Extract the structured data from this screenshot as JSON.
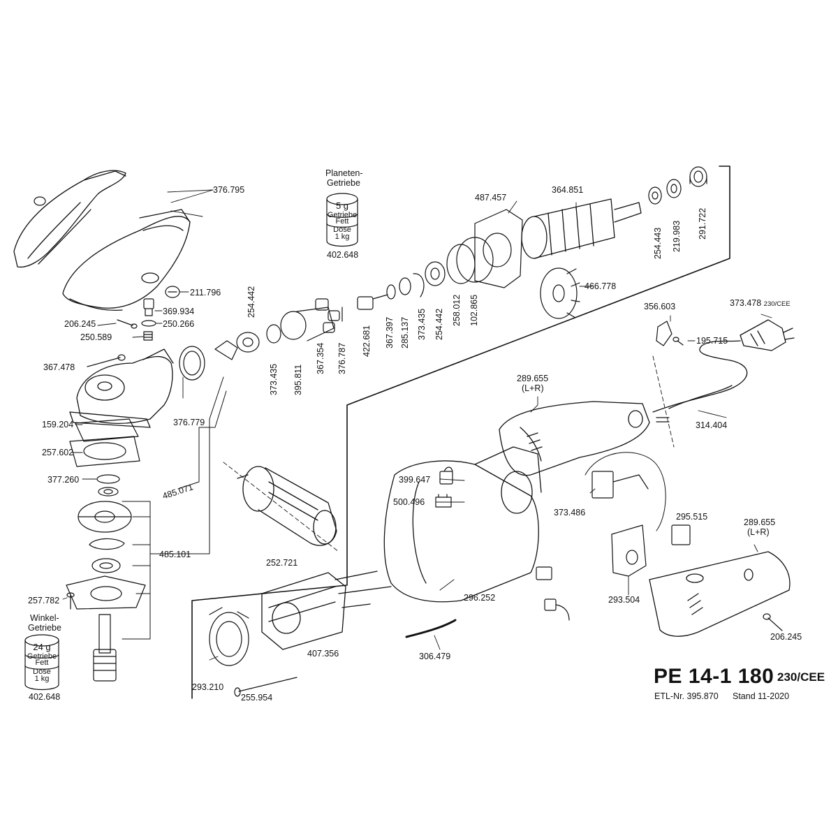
{
  "title": {
    "model": "PE 14-1 180",
    "variant": "230/CEE",
    "etl": "ETL-Nr. 395.870",
    "stand": "Stand 11-2020"
  },
  "lube_planeten": {
    "heading": [
      "Planeten-",
      "Getriebe"
    ],
    "qty": "5 g",
    "label1": "Getriebe",
    "label2": "Fett",
    "label3": "Dose",
    "label4": "1 kg",
    "part": "402.648"
  },
  "lube_winkel": {
    "heading": [
      "Winkel-",
      "Getriebe"
    ],
    "qty": "24 g",
    "label1": "Getriebe",
    "label2": "Fett",
    "label3": "Dose",
    "label4": "1 kg",
    "part": "402.648"
  },
  "parts": [
    "376.795",
    "211.796",
    "369.934",
    "206.245",
    "250.266",
    "250.589",
    "367.478",
    "159.204",
    "257.602",
    "377.260",
    "485.071",
    "485.101",
    "257.782",
    "376.779",
    "254.442",
    "373.435",
    "395.811",
    "367.354",
    "376.787",
    "422.681",
    "367.397",
    "285.137",
    "373.435",
    "254.442",
    "258.012",
    "102.865",
    "487.457",
    "364.851",
    "254.443",
    "219.983",
    "291.722",
    "466.778",
    "356.603",
    "195.715",
    "373.478",
    "289.655",
    "(L+R)",
    "314.404",
    "399.647",
    "500.496",
    "252.721",
    "373.486",
    "295.515",
    "289.655",
    "(L+R)",
    "296.252",
    "293.504",
    "206.245",
    "407.356",
    "306.479",
    "293.210",
    "255.954",
    "230/CEE"
  ]
}
